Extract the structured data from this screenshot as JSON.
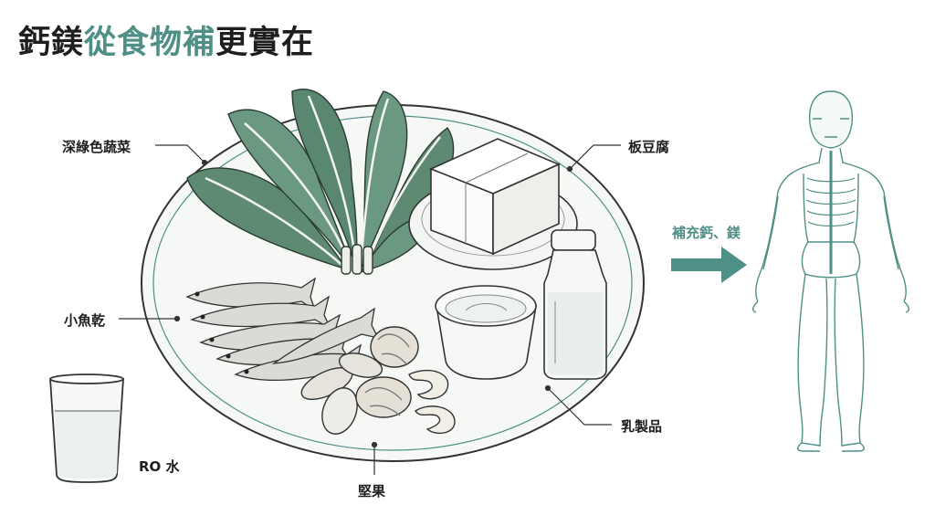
{
  "title": {
    "part1": "鈣鎂",
    "highlight": "從食物補",
    "part2": "更實在"
  },
  "labels": {
    "greens": "深綠色蔬菜",
    "tofu": "板豆腐",
    "fish": "小魚乾",
    "dairy": "乳製品",
    "nuts": "堅果",
    "water": "RO 水",
    "arrow": "補充鈣、鎂"
  },
  "colors": {
    "accent": "#4e8f86",
    "leaf": "#6b8f7a",
    "ink": "#1e1e1e"
  }
}
